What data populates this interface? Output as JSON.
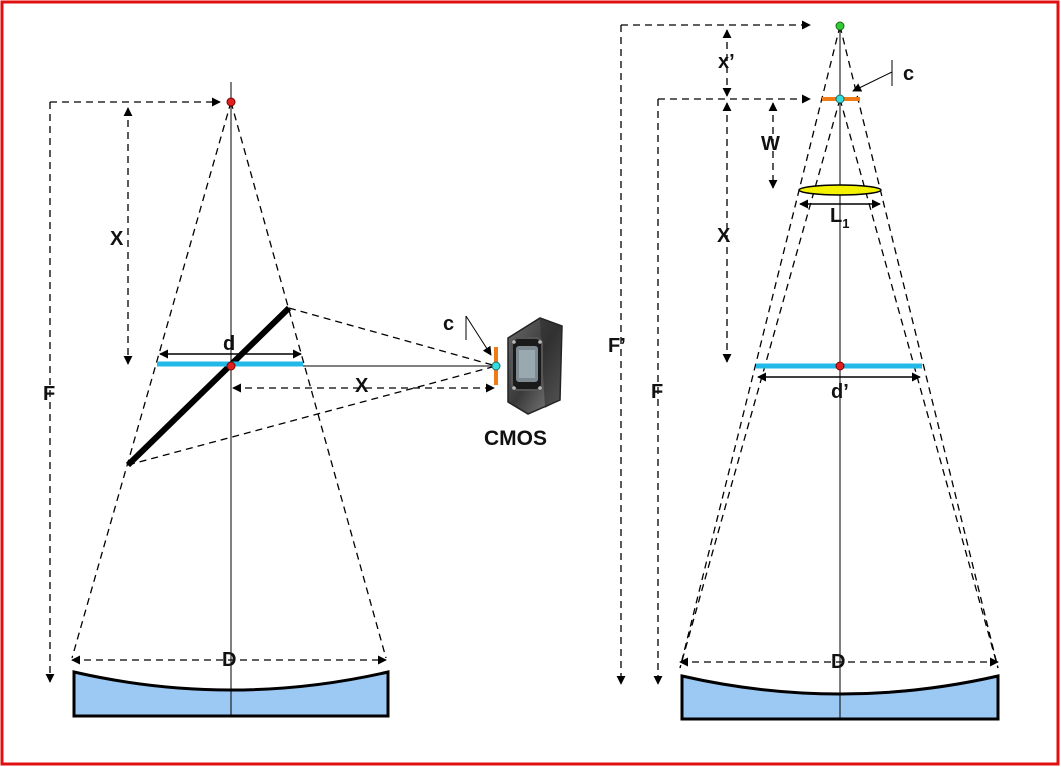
{
  "colors": {
    "frame": "#e01010",
    "mirror_fill": "#9cc8f4",
    "cyan_plate": "#22b8e8",
    "orange": "#f07a18",
    "yellow_lens": "#f4f200",
    "red_dot": "#e02020",
    "green_dot": "#33cc33",
    "cyan_dot": "#33dddd"
  },
  "left_diagram": {
    "labels": {
      "F": "F",
      "X_vertical": "X",
      "d": "d",
      "X_horizontal": "X",
      "c": "c",
      "D": "D",
      "cmos": "CMOS"
    }
  },
  "right_diagram": {
    "labels": {
      "x_prime": "x’",
      "c": "c",
      "W": "W",
      "L": "L",
      "L_sub": "1",
      "X": "X",
      "F_prime": "F’",
      "F": "F",
      "d_prime": "d’",
      "D": "D"
    }
  }
}
